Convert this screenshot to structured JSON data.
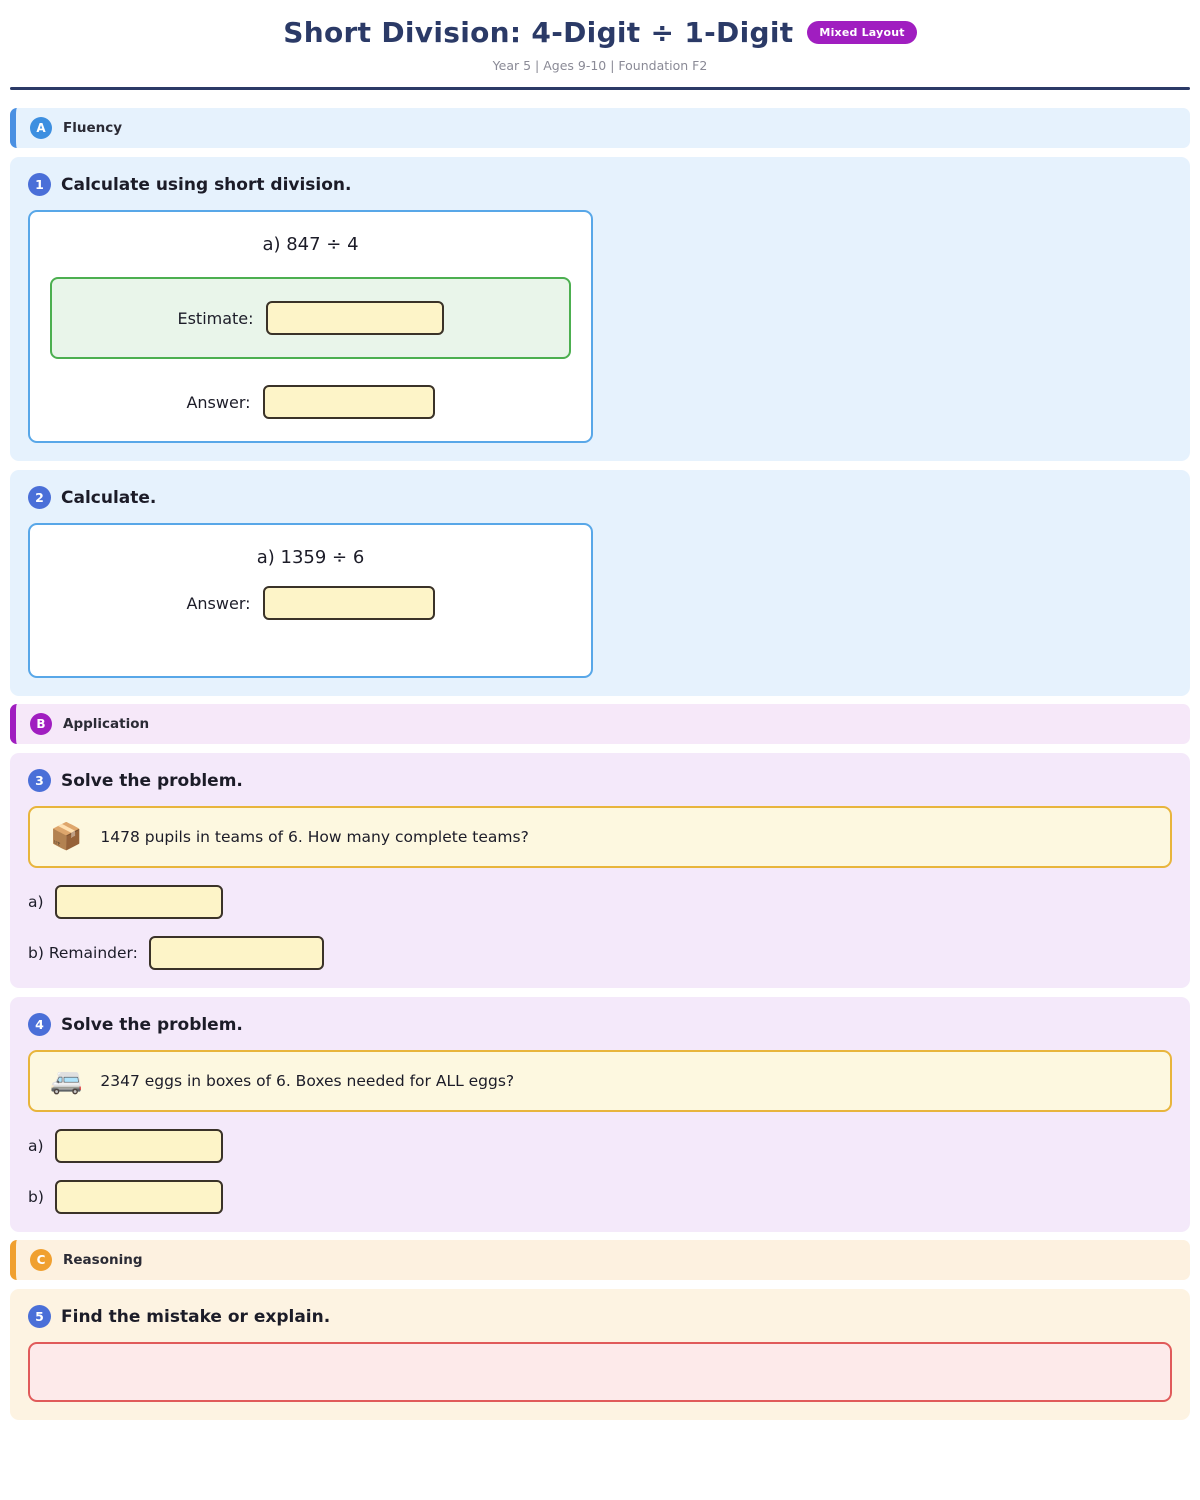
{
  "header": {
    "title": "Short Division: 4-Digit ÷ 1-Digit",
    "badge": "Mixed Layout",
    "subtitle": "Year 5 | Ages 9-10 | Foundation F2"
  },
  "sections": [
    {
      "letter": "A",
      "label": "Fluency"
    },
    {
      "letter": "B",
      "label": "Application"
    },
    {
      "letter": "C",
      "label": "Reasoning"
    }
  ],
  "questions": [
    {
      "number": "1",
      "prompt": "Calculate using short division.",
      "expression": "a) 847 ÷ 4",
      "estimate_label": "Estimate:",
      "answer_label": "Answer:"
    },
    {
      "number": "2",
      "prompt": "Calculate.",
      "expression": "a) 1359 ÷ 6",
      "answer_label": "Answer:"
    },
    {
      "number": "3",
      "prompt": "Solve the problem.",
      "icon": "package-box-icon",
      "icon_glyph": "📦",
      "problem": "1478 pupils in teams of 6. How many complete teams?",
      "part_a_label": "a)",
      "part_b_label": "b) Remainder:"
    },
    {
      "number": "4",
      "prompt": "Solve the problem.",
      "icon": "minibus-icon",
      "icon_glyph": "🚐",
      "problem": "2347 eggs in boxes of 6. Boxes needed for ALL eggs?",
      "part_a_label": "a)",
      "part_b_label": "b)"
    },
    {
      "number": "5",
      "prompt": "Find the mistake or explain."
    }
  ],
  "colors": {
    "title": "#2b3a67",
    "badge": "#a01ec0",
    "fluency_accent": "#4a90e2",
    "application_accent": "#a01ec0",
    "reasoning_accent": "#f0a030",
    "answer_box_fill": "#fdf4c8",
    "estimate_box_border": "#4caf50"
  }
}
